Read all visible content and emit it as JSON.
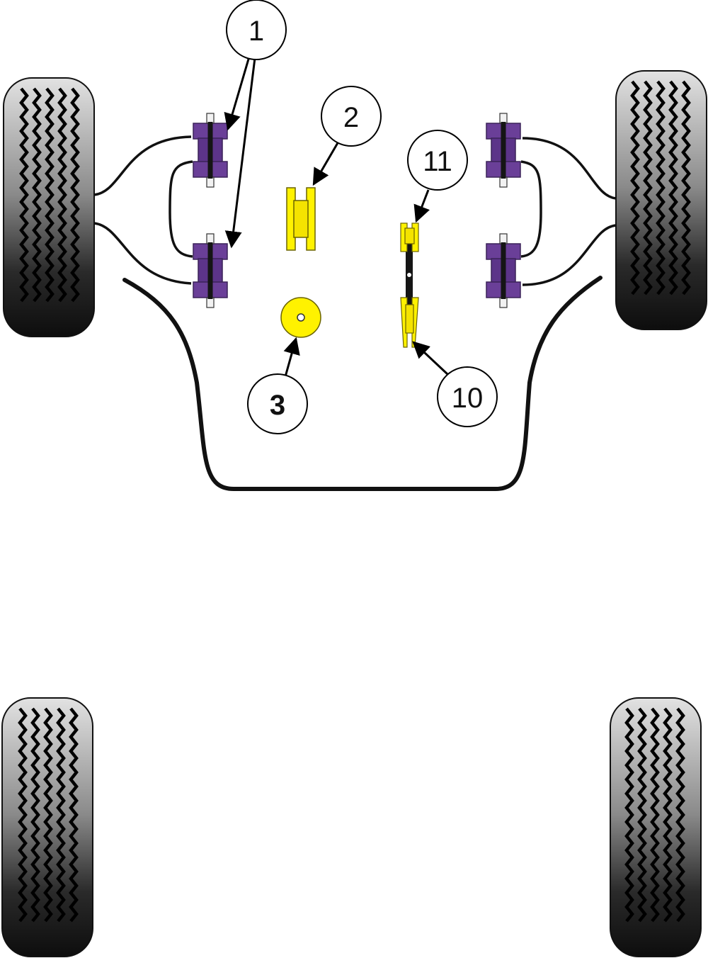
{
  "callouts": [
    {
      "id": "1",
      "label": "1",
      "part": "rear-arm-bush"
    },
    {
      "id": "2",
      "label": "2",
      "part": "link-bush"
    },
    {
      "id": "3",
      "label": "3",
      "part": "mount-bush"
    },
    {
      "id": "10",
      "label": "10",
      "part": "anti-roll-bar-link-bush-lower"
    },
    {
      "id": "11",
      "label": "11",
      "part": "anti-roll-bar-link-bush-upper"
    }
  ],
  "colors": {
    "bush_purple": "#6a3f98",
    "bush_yellow": "#fff200",
    "tyre_dark": "#151515",
    "tyre_light": "#d0d0d0",
    "line": "#111111"
  }
}
